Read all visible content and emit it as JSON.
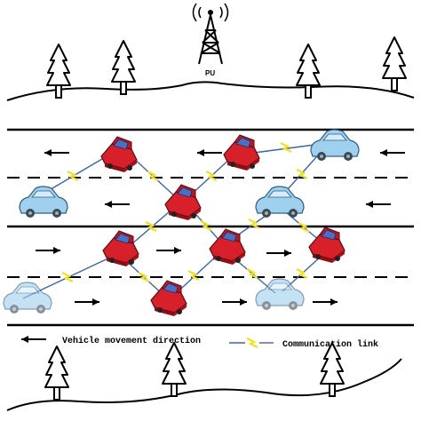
{
  "tower": {
    "label": "PU"
  },
  "legend": {
    "movement": "Vehicle movement direction",
    "link": "Communication link"
  },
  "colors": {
    "red_car": "#d8202a",
    "red_car_dark": "#8e0f16",
    "blue_car": "#9fd0ee",
    "blue_car_light": "#d6ecfa",
    "link_yellow": "#f2e21b",
    "link_blue": "#3b63b0",
    "road_line": "#000000"
  },
  "lanes": [
    {
      "direction": "left"
    },
    {
      "direction": "left"
    },
    {
      "direction": "right"
    },
    {
      "direction": "right"
    }
  ],
  "vehicles": [
    {
      "id": "v1",
      "type": "red",
      "lane": 1
    },
    {
      "id": "v2",
      "type": "red",
      "lane": 1
    },
    {
      "id": "v3",
      "type": "blue",
      "lane": 1
    },
    {
      "id": "v4",
      "type": "blue",
      "lane": 2
    },
    {
      "id": "v5",
      "type": "red",
      "lane": 2
    },
    {
      "id": "v6",
      "type": "blue",
      "lane": 2
    },
    {
      "id": "v7",
      "type": "red",
      "lane": 3
    },
    {
      "id": "v8",
      "type": "red",
      "lane": 3
    },
    {
      "id": "v9",
      "type": "red",
      "lane": 3
    },
    {
      "id": "v10",
      "type": "blue-faded",
      "lane": 4
    },
    {
      "id": "v11",
      "type": "red",
      "lane": 4
    },
    {
      "id": "v12",
      "type": "blue-faded",
      "lane": 4
    }
  ]
}
